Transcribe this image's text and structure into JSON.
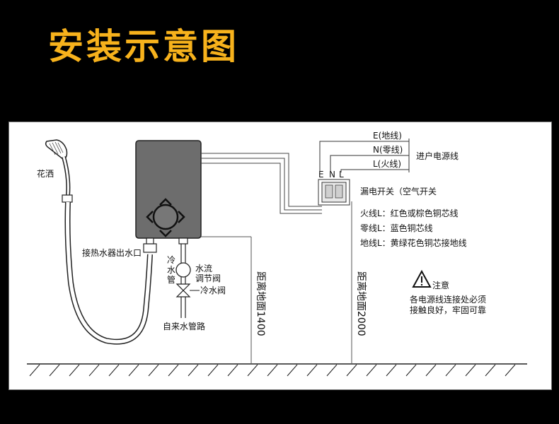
{
  "title": "安装示意图",
  "labels": {
    "shower": "花洒",
    "outlet": "接热水器出水口",
    "cold_pipe": "冷水管",
    "flow_valve": "水流调节阀",
    "cold_valve": "冷水阀",
    "tap_pipe": "自来水管路",
    "e_wire": "E(地线)",
    "n_wire": "N(零线)",
    "l_wire": "L(火线)",
    "power_in": "进户电源线",
    "breaker": "漏电开关（空气开关",
    "live_desc": "火线L：红色或棕色铜芯线",
    "neutral_desc": "零线L：蓝色铜芯线",
    "earth_desc": "地线L：黄绿花色铜芯接地线",
    "caution": "注意",
    "caution_text1": "各电源线连接处必须",
    "caution_text2": "接触良好，牢固可靠",
    "height1": "距离地面1400",
    "height2": "距离地面2000",
    "term_e": "E",
    "term_n": "N",
    "term_l": "L"
  }
}
